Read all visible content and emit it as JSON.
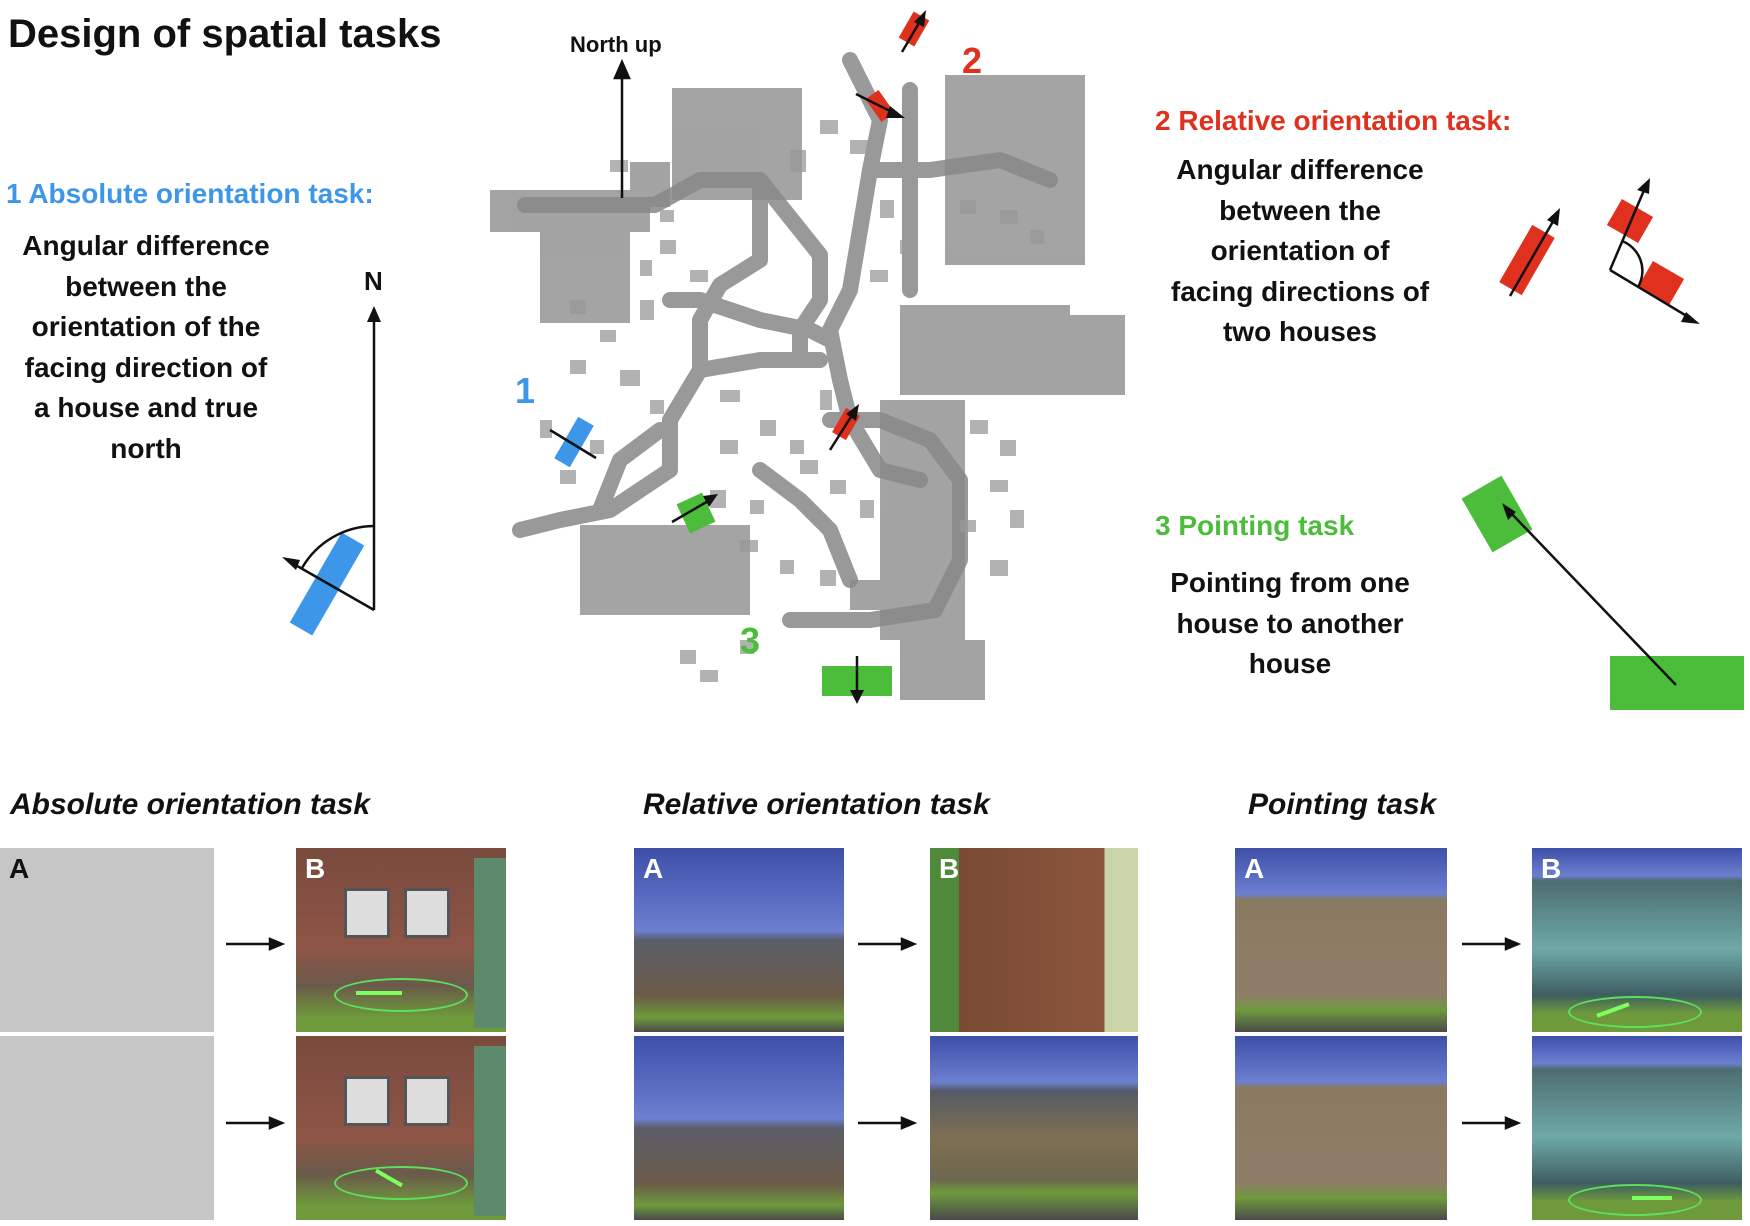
{
  "title": "Design of spatial tasks",
  "map": {
    "north_label": "North up",
    "marker_1": "1",
    "marker_2": "2",
    "marker_3": "3"
  },
  "tasks": {
    "absolute": {
      "heading": "1 Absolute orientation task:",
      "description_lines": [
        "Angular difference",
        "between the",
        "orientation of the",
        "facing direction of",
        "a house and true",
        "north"
      ],
      "north_letter": "N"
    },
    "relative": {
      "heading": "2 Relative orientation task:",
      "description_lines": [
        "Angular difference",
        "between the",
        "orientation of",
        "facing directions of",
        "two houses"
      ]
    },
    "pointing": {
      "heading": "3 Pointing task",
      "description_lines": [
        "Pointing from one",
        "house to another",
        "house"
      ]
    }
  },
  "bottom": {
    "absolute_title": "Absolute orientation task",
    "relative_title": "Relative orientation task",
    "pointing_title": "Pointing task",
    "panel_a": "A",
    "panel_b": "B"
  },
  "colors": {
    "blue": "#3d96e8",
    "red": "#e0301e",
    "green": "#4cbd3a",
    "map_gray": "#8f8f8f"
  }
}
